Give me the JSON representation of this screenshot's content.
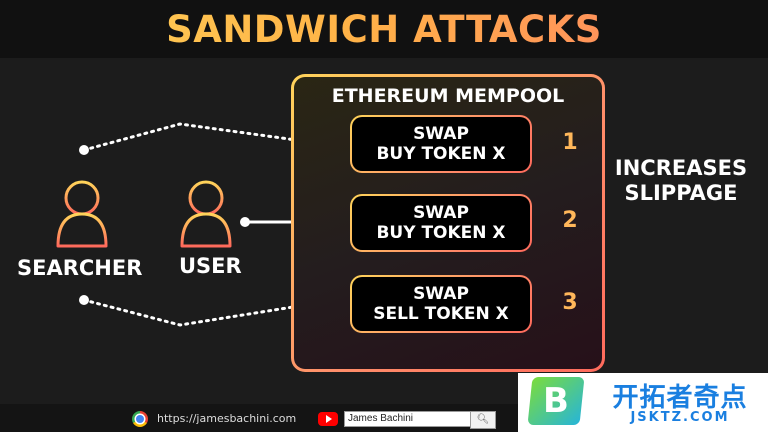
{
  "title": "SANDWICH ATTACKS",
  "mempool": {
    "title": "ETHEREUM MEMPOOL",
    "transactions": [
      {
        "line1": "SWAP",
        "line2": "BUY TOKEN X",
        "order": "1"
      },
      {
        "line1": "SWAP",
        "line2": "BUY TOKEN X",
        "order": "2"
      },
      {
        "line1": "SWAP",
        "line2": "SELL TOKEN X",
        "order": "3"
      }
    ]
  },
  "side_label": {
    "line1": "INCREASES",
    "line2": "SLIPPAGE"
  },
  "actors": {
    "searcher": "SEARCHER",
    "user": "USER"
  },
  "footer": {
    "url": "https://jamesbachini.com",
    "channel": "James Bachini",
    "search_icon": "search-icon"
  },
  "watermark": {
    "logo_letter": "B",
    "cn": "开拓者奇点",
    "en": "JSKTZ.COM"
  },
  "colors": {
    "accent_yellow": "#ffd45a",
    "accent_orange": "#ff8f6a",
    "accent_red": "#ff6a5c",
    "number_color": "#ffb75a",
    "background": "#1c1c1c"
  }
}
